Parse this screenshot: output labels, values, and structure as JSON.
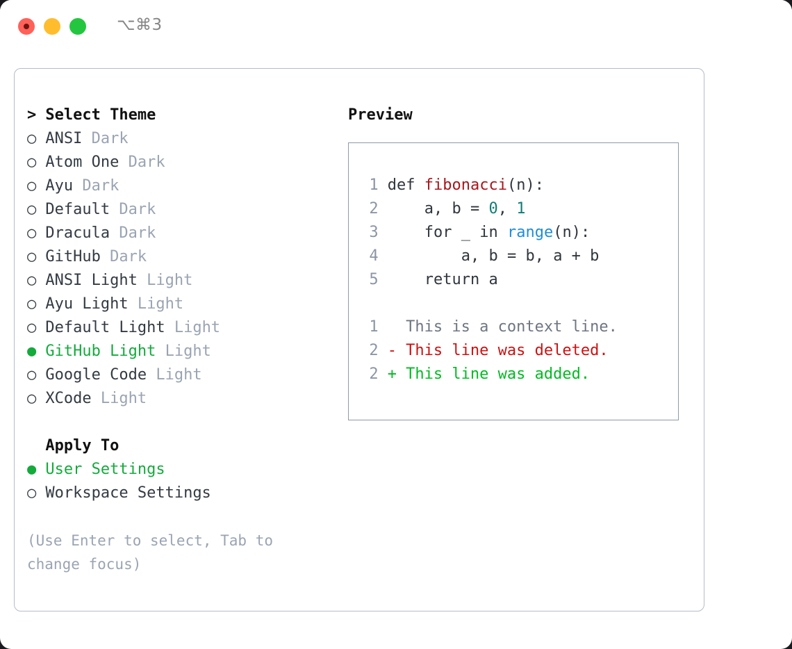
{
  "titlebar": {
    "shortcut": "⌥⌘3",
    "lights": [
      {
        "name": "close",
        "color": "#ff6159"
      },
      {
        "name": "minimize",
        "color": "#ffbd2e"
      },
      {
        "name": "maximize",
        "color": "#25c63f"
      }
    ]
  },
  "theme_picker": {
    "prompt_marker": ">",
    "header": "Select Theme",
    "marker_unselected": "○",
    "marker_selected": "●",
    "options": [
      {
        "marker": "○",
        "name": "ANSI",
        "tag": "Dark",
        "selected": false
      },
      {
        "marker": "○",
        "name": "Atom One",
        "tag": "Dark",
        "selected": false
      },
      {
        "marker": "○",
        "name": "Ayu",
        "tag": "Dark",
        "selected": false
      },
      {
        "marker": "○",
        "name": "Default",
        "tag": "Dark",
        "selected": false
      },
      {
        "marker": "○",
        "name": "Dracula",
        "tag": "Dark",
        "selected": false
      },
      {
        "marker": "○",
        "name": "GitHub",
        "tag": "Dark",
        "selected": false
      },
      {
        "marker": "○",
        "name": "ANSI Light",
        "tag": "Light",
        "selected": false
      },
      {
        "marker": "○",
        "name": "Ayu Light",
        "tag": "Light",
        "selected": false
      },
      {
        "marker": "○",
        "name": "Default Light",
        "tag": "Light",
        "selected": false
      },
      {
        "marker": "●",
        "name": "GitHub Light",
        "tag": "Light",
        "selected": true
      },
      {
        "marker": "○",
        "name": "Google Code",
        "tag": "Light",
        "selected": false
      },
      {
        "marker": "○",
        "name": "XCode",
        "tag": "Light",
        "selected": false
      }
    ]
  },
  "apply_to": {
    "title": "Apply To",
    "options": [
      {
        "marker": "●",
        "name": "User Settings",
        "selected": true
      },
      {
        "marker": "○",
        "name": "Workspace Settings",
        "selected": false
      }
    ]
  },
  "hint": "(Use Enter to select, Tab to change focus)",
  "preview": {
    "title": "Preview",
    "code_lines": [
      {
        "number": "1",
        "tokens": [
          {
            "text": "def ",
            "type": "plain"
          },
          {
            "text": "fibonacci",
            "type": "fn"
          },
          {
            "text": "(n):",
            "type": "plain"
          }
        ]
      },
      {
        "number": "2",
        "tokens": [
          {
            "text": "    a, b = ",
            "type": "plain"
          },
          {
            "text": "0",
            "type": "num"
          },
          {
            "text": ", ",
            "type": "plain"
          },
          {
            "text": "1",
            "type": "num"
          }
        ]
      },
      {
        "number": "3",
        "tokens": [
          {
            "text": "    for _ in ",
            "type": "plain"
          },
          {
            "text": "range",
            "type": "call"
          },
          {
            "text": "(n):",
            "type": "plain"
          }
        ]
      },
      {
        "number": "4",
        "tokens": [
          {
            "text": "        a, b = b, a + b",
            "type": "plain"
          }
        ]
      },
      {
        "number": "5",
        "tokens": [
          {
            "text": "    return a",
            "type": "plain"
          }
        ]
      }
    ],
    "diff_lines": [
      {
        "number": "1",
        "sign": " ",
        "text": "This is a context line.",
        "kind": "ctx"
      },
      {
        "number": "2",
        "sign": "-",
        "text": "This line was deleted.",
        "kind": "del"
      },
      {
        "number": "2",
        "sign": "+",
        "text": "This line was added.",
        "kind": "add"
      }
    ]
  },
  "colors": {
    "selected_green": "#15aa3c",
    "tag_gray": "#9aa4b2",
    "line_number": "#8b95a5",
    "syntax_function": "#a8151b",
    "syntax_number": "#0f7d74",
    "syntax_call": "#1f8dd6",
    "diff_context": "#6e7681",
    "diff_deleted": "#cc1111",
    "diff_added": "#00bb22",
    "panel_border": "#b4bcc8",
    "preview_border": "#8d99aa"
  }
}
